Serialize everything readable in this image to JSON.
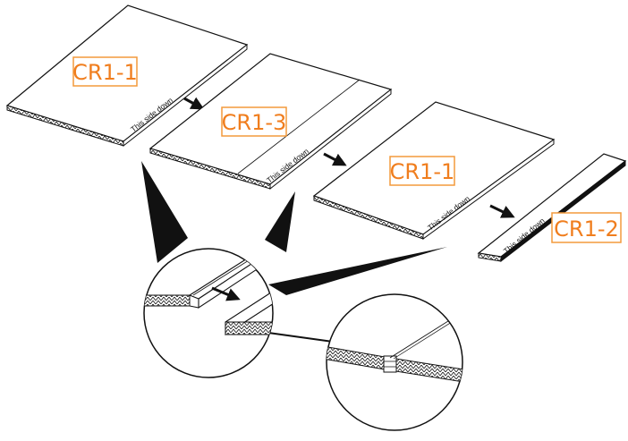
{
  "panels": [
    {
      "code": "CR1-1",
      "note": "This side down"
    },
    {
      "code": "CR1-3",
      "note": "This side down"
    },
    {
      "code": "CR1-1",
      "note": "This side down"
    },
    {
      "code": "CR1-2",
      "note": "This side down"
    }
  ],
  "colors": {
    "label_border": "#f39a3c",
    "label_text": "#f07e1e",
    "line": "#1a1a1a",
    "background": "#ffffff"
  },
  "icons": [
    "arrow-icon",
    "magnifier-callout",
    "flute-profile"
  ]
}
